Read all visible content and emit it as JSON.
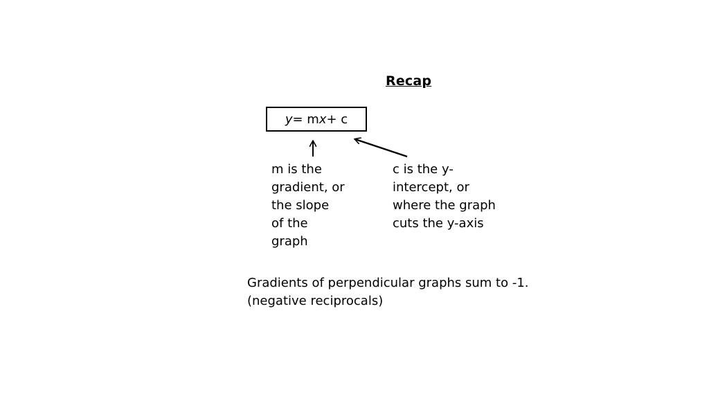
{
  "slide": {
    "title": "Recap",
    "equation": {
      "y": "y",
      "eq": " = m",
      "x": "x",
      "rest": " + c"
    },
    "note_m": {
      "lines": [
        "m is the",
        "gradient, or",
        "the slope",
        "of the",
        "graph"
      ]
    },
    "note_c": {
      "lines": [
        "c is the y-",
        "intercept, or",
        "where the graph",
        "cuts the y-axis"
      ]
    },
    "footer": {
      "line1": "Gradients of perpendicular graphs sum to -1.",
      "line2": "(negative reciprocals)"
    }
  }
}
